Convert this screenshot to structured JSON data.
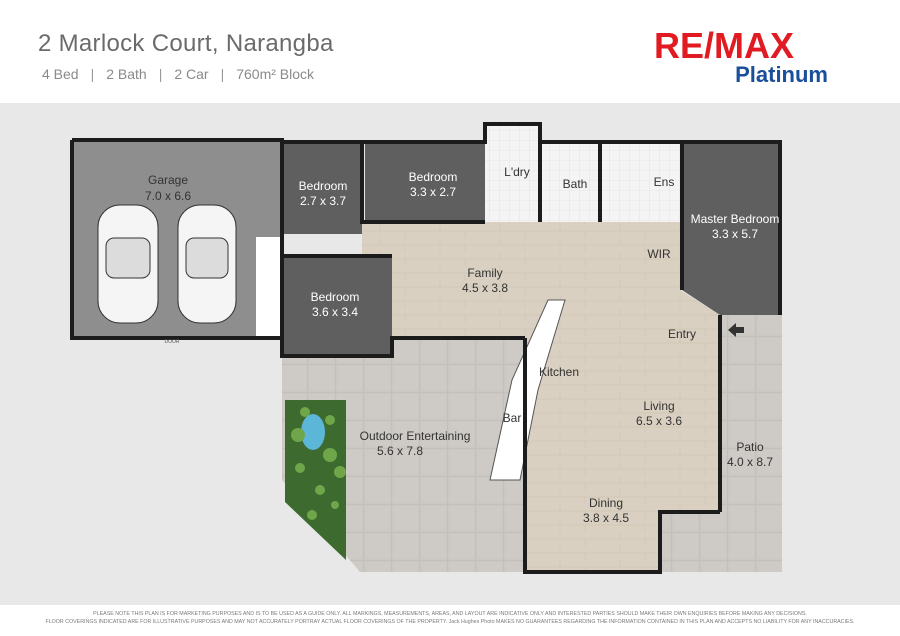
{
  "header": {
    "address": "2 Marlock Court, Narangba",
    "specs": [
      "4 Bed",
      "2 Bath",
      "2 Car",
      "760m² Block"
    ]
  },
  "logo": {
    "main_text": "RE/MAX",
    "sub_text": "Platinum",
    "colors": {
      "red": "#e11b22",
      "blue": "#1a4f9c"
    }
  },
  "rooms": {
    "garage": {
      "name": "Garage",
      "size": "7.0 x 6.6"
    },
    "garage_door": "DOOR",
    "bedroom2": {
      "name": "Bedroom",
      "size": "2.7 x 3.7"
    },
    "bedroom3": {
      "name": "Bedroom",
      "size": "3.3 x 2.7"
    },
    "bedroom4": {
      "name": "Bedroom",
      "size": "3.6 x 3.4"
    },
    "laundry": {
      "name": "L'dry"
    },
    "bath": {
      "name": "Bath"
    },
    "ensuite": {
      "name": "Ens"
    },
    "master": {
      "name": "Master Bedroom",
      "size": "3.3 x 5.7"
    },
    "wir": {
      "name": "WIR"
    },
    "family": {
      "name": "Family",
      "size": "4.5 x 3.8"
    },
    "entry": {
      "name": "Entry"
    },
    "kitchen": {
      "name": "Kitchen"
    },
    "bar": {
      "name": "Bar"
    },
    "living": {
      "name": "Living",
      "size": "6.5 x 3.6"
    },
    "outdoor": {
      "name": "Outdoor Entertaining",
      "size": "5.6 x 7.8"
    },
    "dining": {
      "name": "Dining",
      "size": "3.8 x 4.5"
    },
    "patio": {
      "name": "Patio",
      "size": "4.0 x 8.7"
    }
  },
  "disclaimer": {
    "line1": "PLEASE NOTE THIS PLAN IS FOR MARKETING PURPOSES AND IS TO BE USED AS A GUIDE ONLY.  ALL MARKINGS, MEASUREMENTS, AREAS, AND LAYOUT ARE INDICATIVE ONLY AND INTERESTED PARTIES SHOULD MAKE THEIR OWN ENQUIRIES BEFORE MAKING ANY DECISIONS.",
    "line2": "FLOOR COVERINGS INDICATED ARE FOR ILLUSTRATIVE PURPOSES AND MAY NOT ACCURATELY PORTRAY ACTUAL FLOOR COVERINGS OF THE PROPERTY.  Jack Hughes Photo MAKES NO GUARANTEES REGARDING THE INFORMATION CONTAINED IN THIS PLAN AND ACCEPTS NO LIABILITY FOR ANY INACCURACIES."
  },
  "colors": {
    "background_panel": "#e8e8e8",
    "paving": "#cfcbc6",
    "garage_floor": "#8e8e8e",
    "bedroom_floor": "#5f5f5f",
    "timber_floor": "#d9cfc0",
    "wall": "#1c1c1c",
    "garden": "#3d6b2f"
  }
}
